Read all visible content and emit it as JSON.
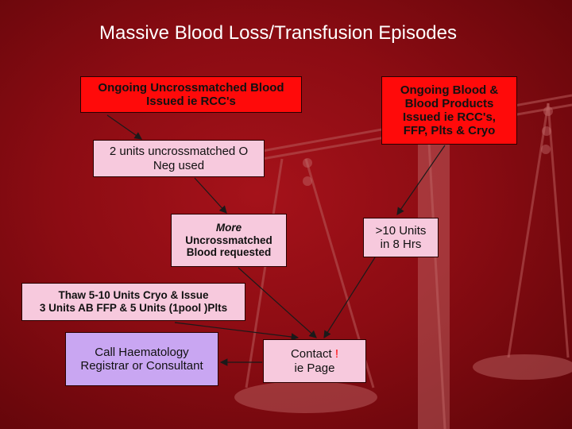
{
  "title": "Massive Blood Loss/Transfusion Episodes",
  "colors": {
    "background": "#8c0c13",
    "red_box": "#ff0a0a",
    "pink_box": "#f7c9dd",
    "lavender_box": "#c9a6f2",
    "arrow": "#1a1a1a"
  },
  "boxes": {
    "uncrossmatched_issued": {
      "line1": "Ongoing Uncrossmatched Blood",
      "line2": "Issued ie RCC's"
    },
    "products_issued": {
      "line1": "Ongoing Blood &",
      "line2": "Blood Products",
      "line3": "Issued ie RCC's,",
      "line4": "FFP, Plts & Cryo"
    },
    "two_units": {
      "line1": "2 units uncrossmatched O",
      "line2": "Neg used"
    },
    "more_uncrossmatched": {
      "line1": "More",
      "line2": "Uncrossmatched",
      "line3": "Blood requested"
    },
    "ten_units": {
      "line1": ">10 Units",
      "line2": "in 8 Hrs"
    },
    "thaw": {
      "line1": "Thaw 5-10 Units Cryo & Issue",
      "line2": "3 Units AB FFP & 5 Units (1pool )Plts"
    },
    "call_haematology": {
      "line1": "Call Haematology",
      "line2": "Registrar or Consultant"
    },
    "contact": {
      "line1_text": "Contact",
      "line1_mark": "!",
      "line2": "ie Page"
    }
  }
}
